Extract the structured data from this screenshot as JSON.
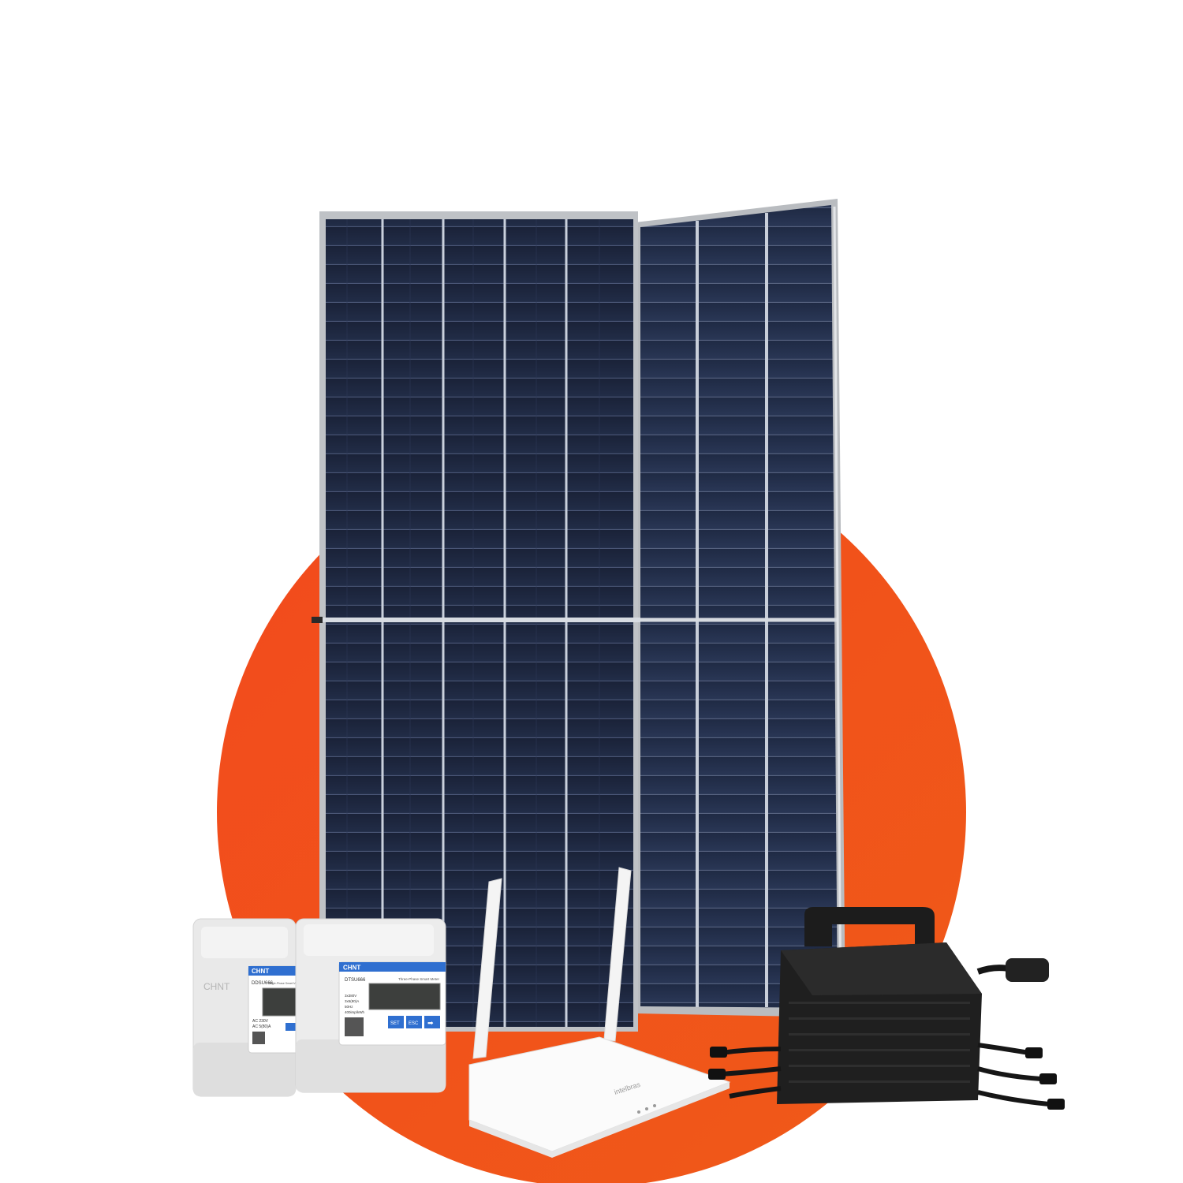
{
  "colors": {
    "background": "#ffffff",
    "circle": "#f0461c",
    "panel_cell": "#1c2740",
    "panel_frame": "#c9ccd0",
    "meter_body": "#eeeeee",
    "meter_blue": "#2f6fd0",
    "router_body": "#fafafa",
    "inverter_body": "#1f1f1f"
  },
  "meter_single": {
    "brand": "CHNT",
    "model": "DDSU666",
    "title": "Single-Phase Smart Meter",
    "spec_lines": [
      "AC 230V",
      "AC 5(80)A"
    ],
    "body_brand": "CHNT"
  },
  "meter_three": {
    "brand": "CHNT",
    "model": "DTSU666",
    "title": "Three-Phase Smart Meter",
    "spec_lines": [
      "3x380V",
      "3x5(80)A",
      "50Hz",
      "400imp/kWh"
    ],
    "buttons": [
      "SET",
      "ESC",
      "➡"
    ]
  },
  "router": {
    "brand": "intelbras"
  },
  "icons": {
    "solar_panel_left": "solar-panel",
    "solar_panel_right": "solar-panel",
    "meter_single": "single-phase-meter",
    "meter_three": "three-phase-meter",
    "router": "wifi-router",
    "inverter": "micro-inverter"
  }
}
